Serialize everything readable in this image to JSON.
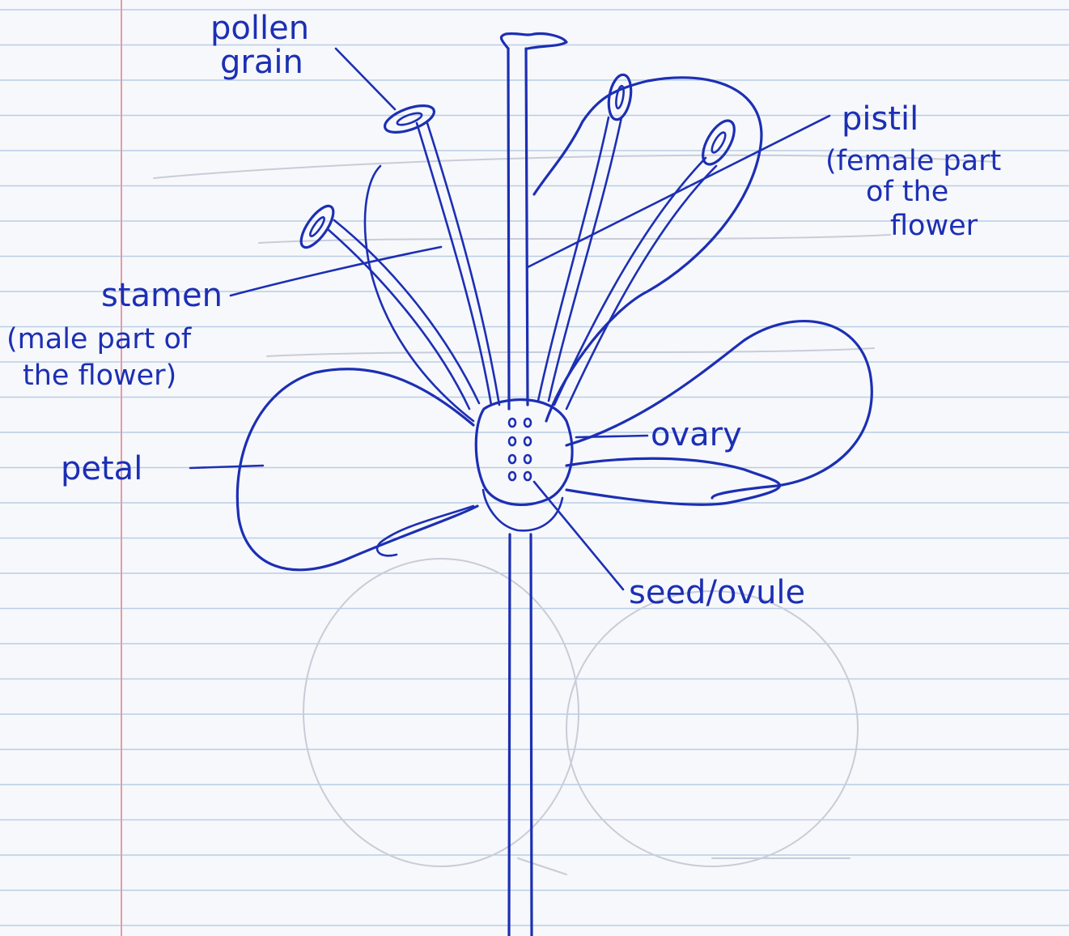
{
  "labels": {
    "pollen_grain": [
      "pollen",
      "grain"
    ],
    "pistil": [
      "pistil",
      "(female part",
      "of the",
      "flower"
    ],
    "stamen": [
      "stamen",
      "(male part of",
      "the flower)"
    ],
    "petal": "petal",
    "ovary": "ovary",
    "seed_ovule": "seed/ovule"
  },
  "colors": {
    "ink": "#1c2fb4",
    "paper": "#f7f8fb",
    "rule_line": "#b9cde6",
    "margin_line": "#e79aa6"
  }
}
